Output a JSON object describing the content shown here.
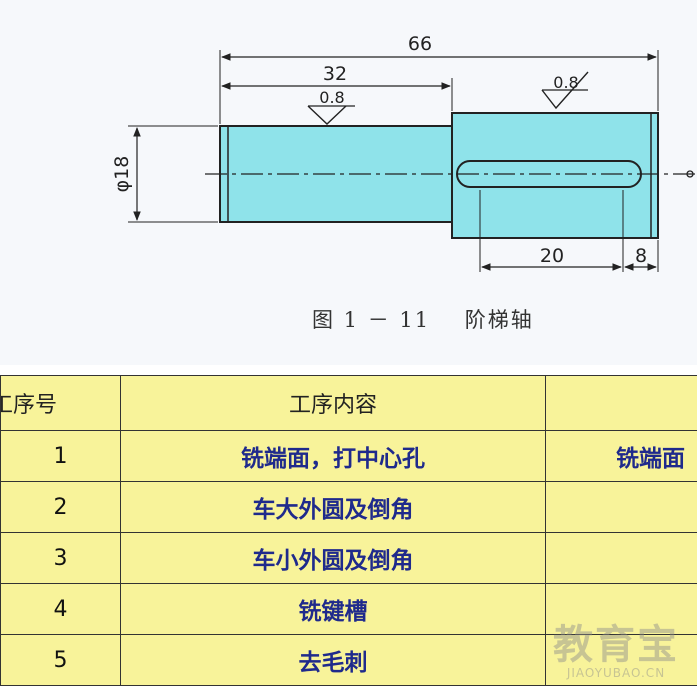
{
  "drawing": {
    "dims": {
      "total_length": "66",
      "small_length": "32",
      "diameter": "φ18",
      "key_length": "20",
      "key_offset": "8"
    },
    "roughness": {
      "left": "0.8",
      "right": "0.8"
    },
    "caption": "图 1 － 11    阶梯轴"
  },
  "table": {
    "headers": [
      "工序号",
      "工序内容"
    ],
    "rows": [
      {
        "no": "1",
        "content": "铣端面，打中心孔",
        "extra": "铣端面"
      },
      {
        "no": "2",
        "content": "车大外圆及倒角",
        "extra": ""
      },
      {
        "no": "3",
        "content": "车小外圆及倒角",
        "extra": ""
      },
      {
        "no": "4",
        "content": "铣键槽",
        "extra": ""
      },
      {
        "no": "5",
        "content": "去毛刺",
        "extra": ""
      }
    ]
  },
  "watermark": {
    "brand": "教育宝",
    "url": "JIAOYUBAO.CN"
  },
  "colors": {
    "shaft_fill": "#8fe3ea",
    "table_fill": "#f8f39a",
    "table_text": "#1f2a8c"
  }
}
